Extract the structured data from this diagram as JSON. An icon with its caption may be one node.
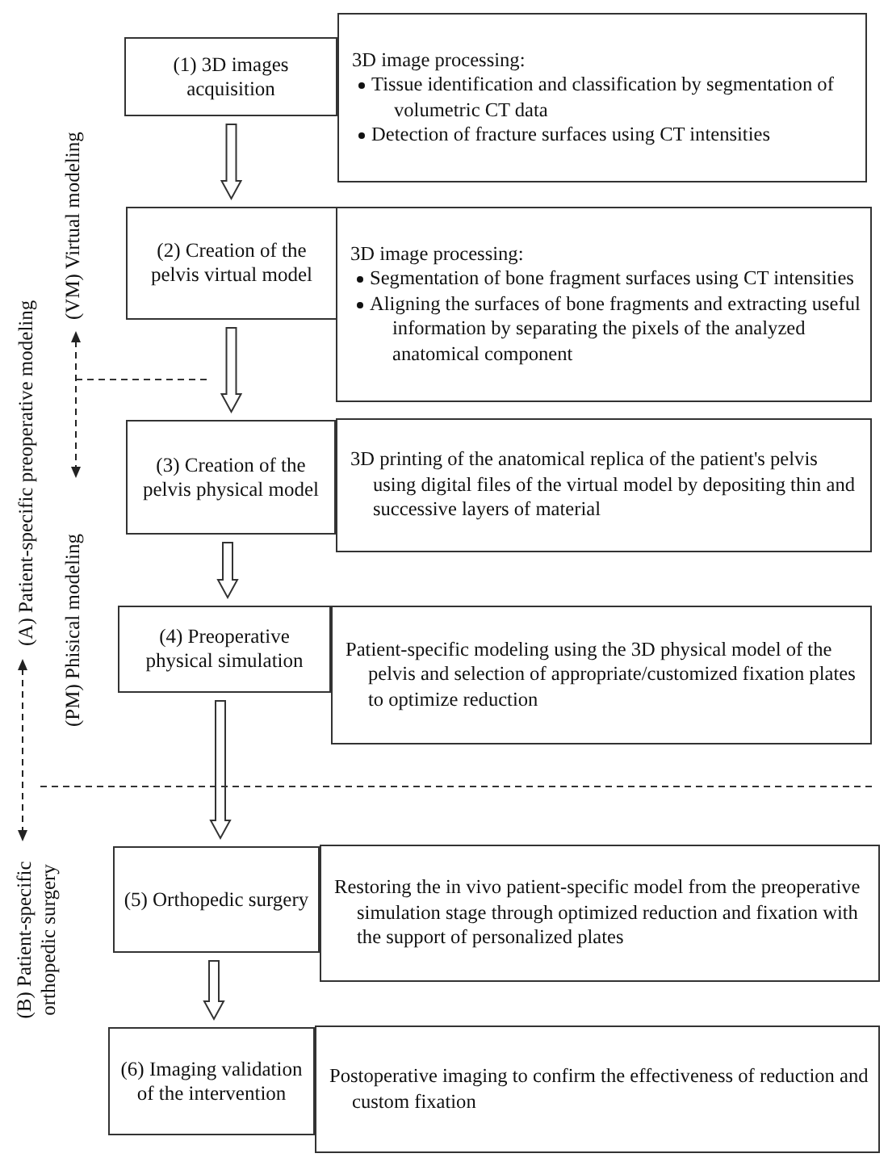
{
  "diagram": {
    "nodes": [
      {
        "text": [
          "(1) 3D images acquisition"
        ]
      },
      {
        "text": [
          "3D image processing:",
          "Tissue identification and classification by segmentation of volumetric CT data",
          "Detection of fracture surfaces using CT intensities"
        ]
      },
      {
        "text": [
          "(2) Creation of the pelvis virtual model"
        ]
      },
      {
        "text": [
          "3D image processing:",
          "Segmentation of bone fragment surfaces using CT intensities",
          "Aligning the surfaces of bone fragments and extracting useful information by separating the pixels of the analyzed anatomical component"
        ]
      },
      {
        "text": [
          "(3) Creation of the pelvis physical model"
        ]
      },
      {
        "text": [
          "3D printing of the anatomical replica of the patient's pelvis using digital files of the virtual model by depositing thin and successive layers of material"
        ]
      },
      {
        "text": [
          "(4) Preoperative physical simulation"
        ]
      },
      {
        "text": [
          "Patient-specific modeling using the 3D physical model of the pelvis and selection of appropriate/customized fixation plates to optimize reduction"
        ]
      },
      {
        "text": [
          "(5) Orthopedic surgery"
        ]
      },
      {
        "text": [
          "Restoring the in vivo patient-specific model from the preoperative simulation stage through optimized reduction and fixation with the support of personalized plates"
        ]
      },
      {
        "text": [
          "(6) Imaging validation of the intervention"
        ]
      },
      {
        "text": [
          "Postoperative imaging to confirm the effectiveness of reduction and custom fixation"
        ]
      }
    ],
    "edges": [
      {
        "from": 0,
        "to": 2,
        "arrow": "to"
      },
      {
        "from": 2,
        "to": 4,
        "arrow": "to"
      },
      {
        "from": 4,
        "to": 6,
        "arrow": "to"
      },
      {
        "from": 6,
        "to": 8,
        "arrow": "to"
      },
      {
        "from": 8,
        "to": 10,
        "arrow": "to"
      }
    ],
    "labels": [
      "(A) Patient-specific preoperative modeling",
      "(VM) Virtual modeling",
      "(PM) Phisical modeling",
      "(B) Patient-specific orthopedic surgery"
    ]
  }
}
